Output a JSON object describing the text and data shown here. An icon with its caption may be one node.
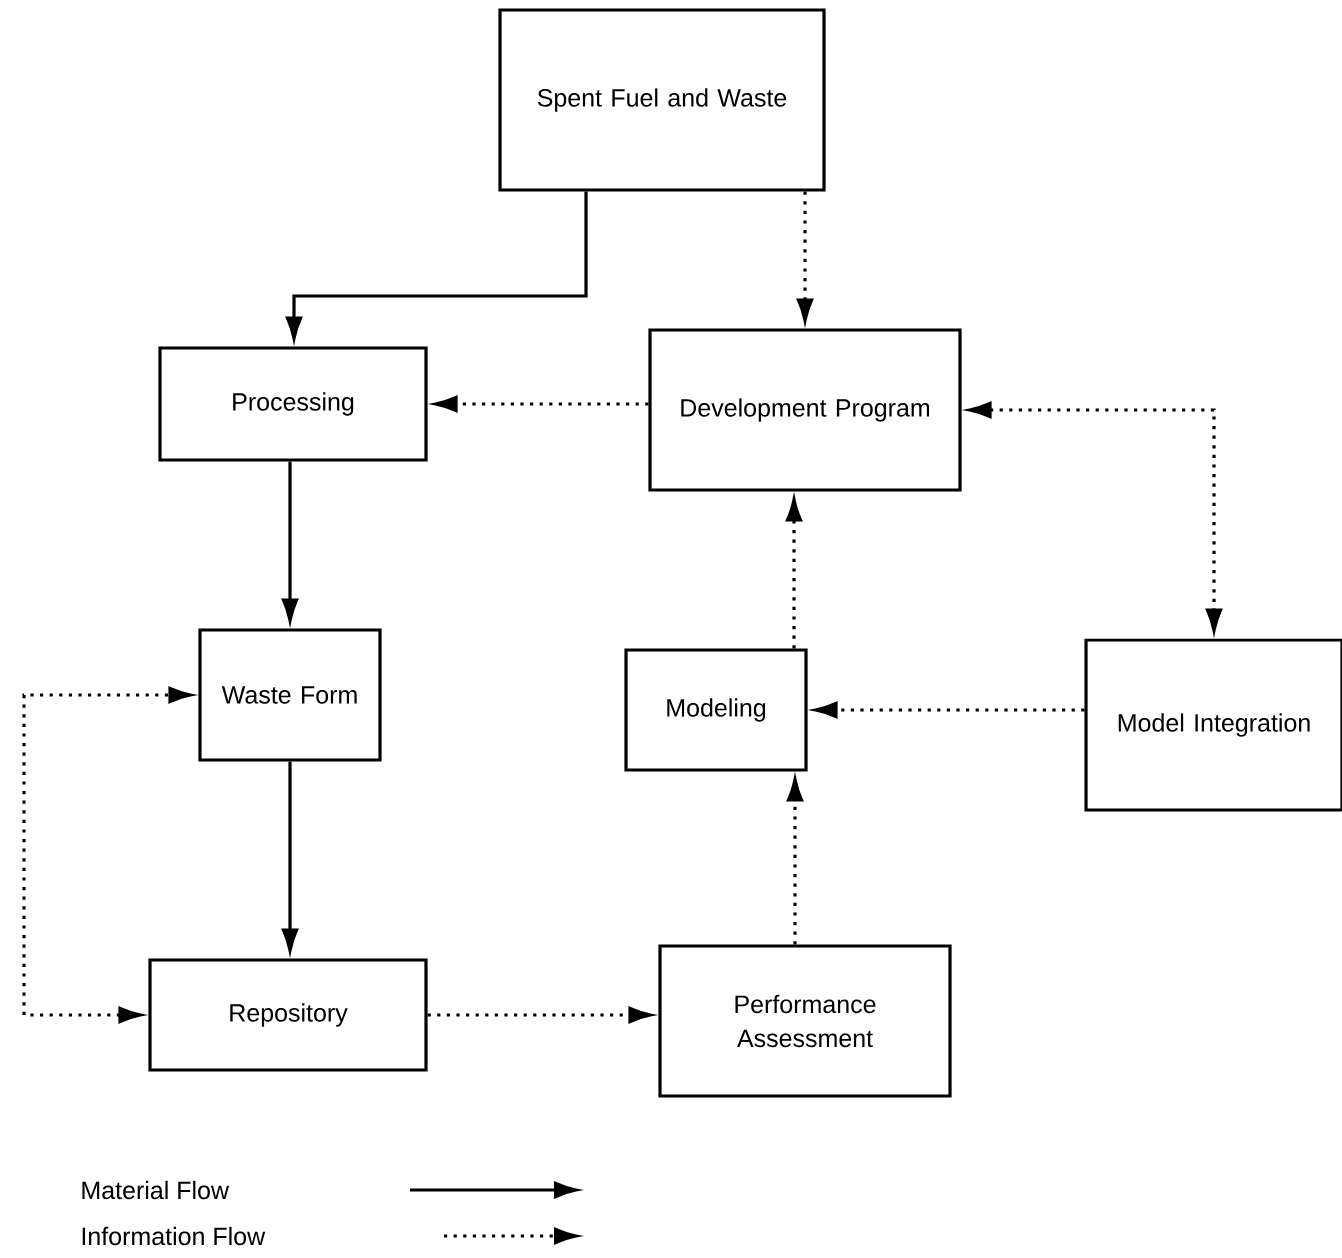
{
  "diagram": {
    "nodes": [
      {
        "text": [
          "Spent Fuel and Waste"
        ]
      },
      {
        "text": [
          "Processing"
        ]
      },
      {
        "text": [
          "Development Program"
        ]
      },
      {
        "text": [
          "Waste Form"
        ]
      },
      {
        "text": [
          "Modeling"
        ]
      },
      {
        "text": [
          "Model Integration"
        ]
      },
      {
        "text": [
          "Repository"
        ]
      },
      {
        "text": [
          "Performance Assessment"
        ]
      }
    ],
    "edges": [
      {
        "from": 0,
        "to": 1,
        "arrow": "to"
      },
      {
        "from": 0,
        "to": 2,
        "arrow": "to",
        "style": "dashed"
      },
      {
        "from": 2,
        "to": 1,
        "arrow": "to",
        "style": "dashed"
      },
      {
        "from": 1,
        "to": 3,
        "arrow": "to"
      },
      {
        "from": 2,
        "to": 5,
        "arrow": "both",
        "style": "dashed"
      },
      {
        "from": 5,
        "to": 4,
        "arrow": "to",
        "style": "dashed"
      },
      {
        "from": 4,
        "to": 2,
        "arrow": "to",
        "style": "dashed"
      },
      {
        "from": 3,
        "to": 6,
        "arrow": "to"
      },
      {
        "from": 6,
        "to": 3,
        "arrow": "both",
        "style": "dashed"
      },
      {
        "from": 6,
        "to": 7,
        "arrow": "to",
        "style": "dashed"
      },
      {
        "from": 7,
        "to": 4,
        "arrow": "to",
        "style": "dashed"
      }
    ],
    "legend": [
      {
        "text": "Material Flow"
      },
      {
        "text": "Information Flow"
      }
    ]
  }
}
